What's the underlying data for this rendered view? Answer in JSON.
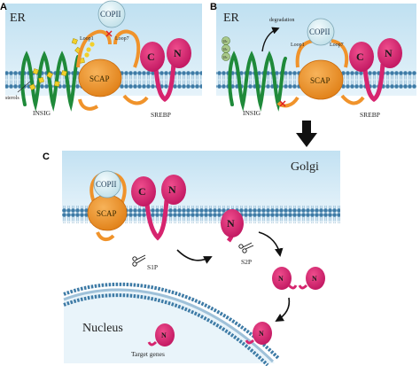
{
  "panels": {
    "A": {
      "letter": "A",
      "compartment": "ER",
      "copii": "COPII",
      "loop1": "Loop1",
      "loop7": "Loop7",
      "scap": "SCAP",
      "c": "C",
      "n": "N",
      "sterols": "sterols",
      "insig": "INSIG",
      "srebp": "SREBP"
    },
    "B": {
      "letter": "B",
      "compartment": "ER",
      "degradation": "degradation",
      "copii": "COPII",
      "loop1": "Loop1",
      "loop7": "Loop7",
      "scap": "SCAP",
      "c": "C",
      "n": "N",
      "insig": "INSIG",
      "srebp": "SREBP",
      "ub": "Ub"
    },
    "C": {
      "letter": "C",
      "compartment": "Golgi",
      "copii": "COPII",
      "scap": "SCAP",
      "c": "C",
      "n": "N",
      "s1p": "S1P",
      "s2p": "S2P",
      "nucleus": "Nucleus",
      "target_genes": "Target genes"
    }
  },
  "colors": {
    "er_blue": "#c6e3f2",
    "membrane_head": "#3e7ba6",
    "insig_green": "#1f8a3a",
    "scap_orange": "#f0932b",
    "srebp_magenta": "#d6246e",
    "copii_fill": "#d8ecf2",
    "inhibit_red": "#e02020",
    "arrow_black": "#111111"
  }
}
